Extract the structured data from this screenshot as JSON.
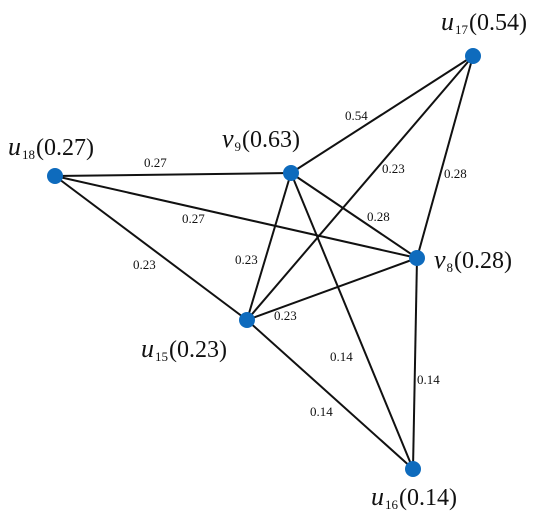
{
  "colors": {
    "node": "#0e6bbd",
    "edge": "#111111",
    "background": "#ffffff"
  },
  "nodes": [
    {
      "id": "u18",
      "name": "u",
      "sub": "18",
      "value": "(0.27)"
    },
    {
      "id": "v9",
      "name": "v",
      "sub": "9",
      "value": "(0.63)"
    },
    {
      "id": "u17",
      "name": "u",
      "sub": "17",
      "value": "(0.54)"
    },
    {
      "id": "v8",
      "name": "v",
      "sub": "8",
      "value": "(0.28)"
    },
    {
      "id": "u15",
      "name": "u",
      "sub": "15",
      "value": "(0.23)"
    },
    {
      "id": "u16",
      "name": "u",
      "sub": "16",
      "value": "(0.14)"
    }
  ],
  "edges": [
    {
      "id": "u18-v9",
      "label": "0.27"
    },
    {
      "id": "u18-v8",
      "label": "0.27"
    },
    {
      "id": "u18-u15",
      "label": "0.23"
    },
    {
      "id": "v9-u17",
      "label": "0.54"
    },
    {
      "id": "v9-v8",
      "label": "0.28"
    },
    {
      "id": "v9-u15",
      "label": "0.23"
    },
    {
      "id": "v9-u16",
      "label": "0.14"
    },
    {
      "id": "u17-v8",
      "label": "0.28"
    },
    {
      "id": "u17-u15",
      "label": "0.23"
    },
    {
      "id": "v8-u15",
      "label": "0.23"
    },
    {
      "id": "v8-u16",
      "label": "0.14"
    },
    {
      "id": "u15-u16",
      "label": "0.14"
    }
  ]
}
